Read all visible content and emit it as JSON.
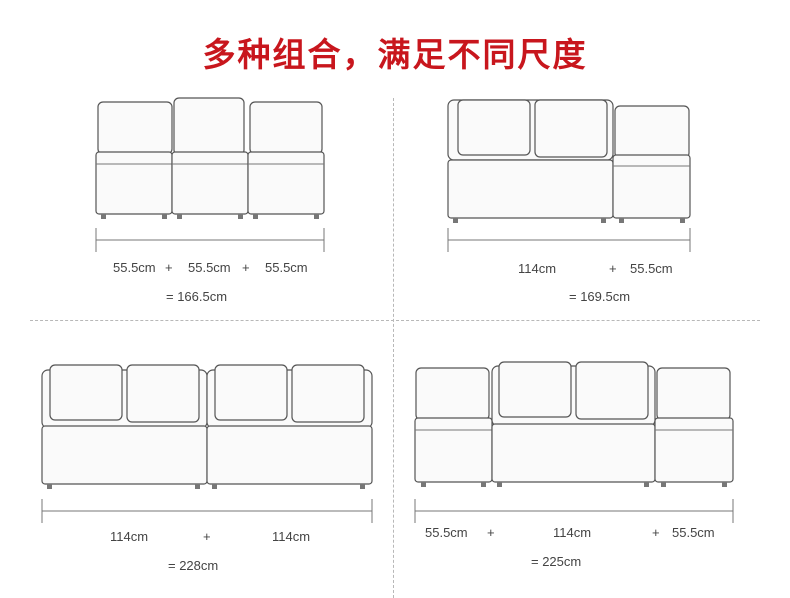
{
  "title": "多种组合，满足不同尺度",
  "colors": {
    "title": "#c8161d",
    "line": "#555555",
    "text": "#444444"
  },
  "combos": [
    {
      "modules": [
        "55.5cm",
        "55.5cm",
        "55.5cm"
      ],
      "plus": [
        "+",
        "+"
      ],
      "total": "= 166.5cm"
    },
    {
      "modules": [
        "114cm",
        "55.5cm"
      ],
      "plus": [
        "+"
      ],
      "total": "= 169.5cm"
    },
    {
      "modules": [
        "114cm",
        "114cm"
      ],
      "plus": [
        "+"
      ],
      "total": "= 228cm"
    },
    {
      "modules": [
        "55.5cm",
        "114cm",
        "55.5cm"
      ],
      "plus": [
        "+",
        "+"
      ],
      "total": "= 225cm"
    }
  ]
}
